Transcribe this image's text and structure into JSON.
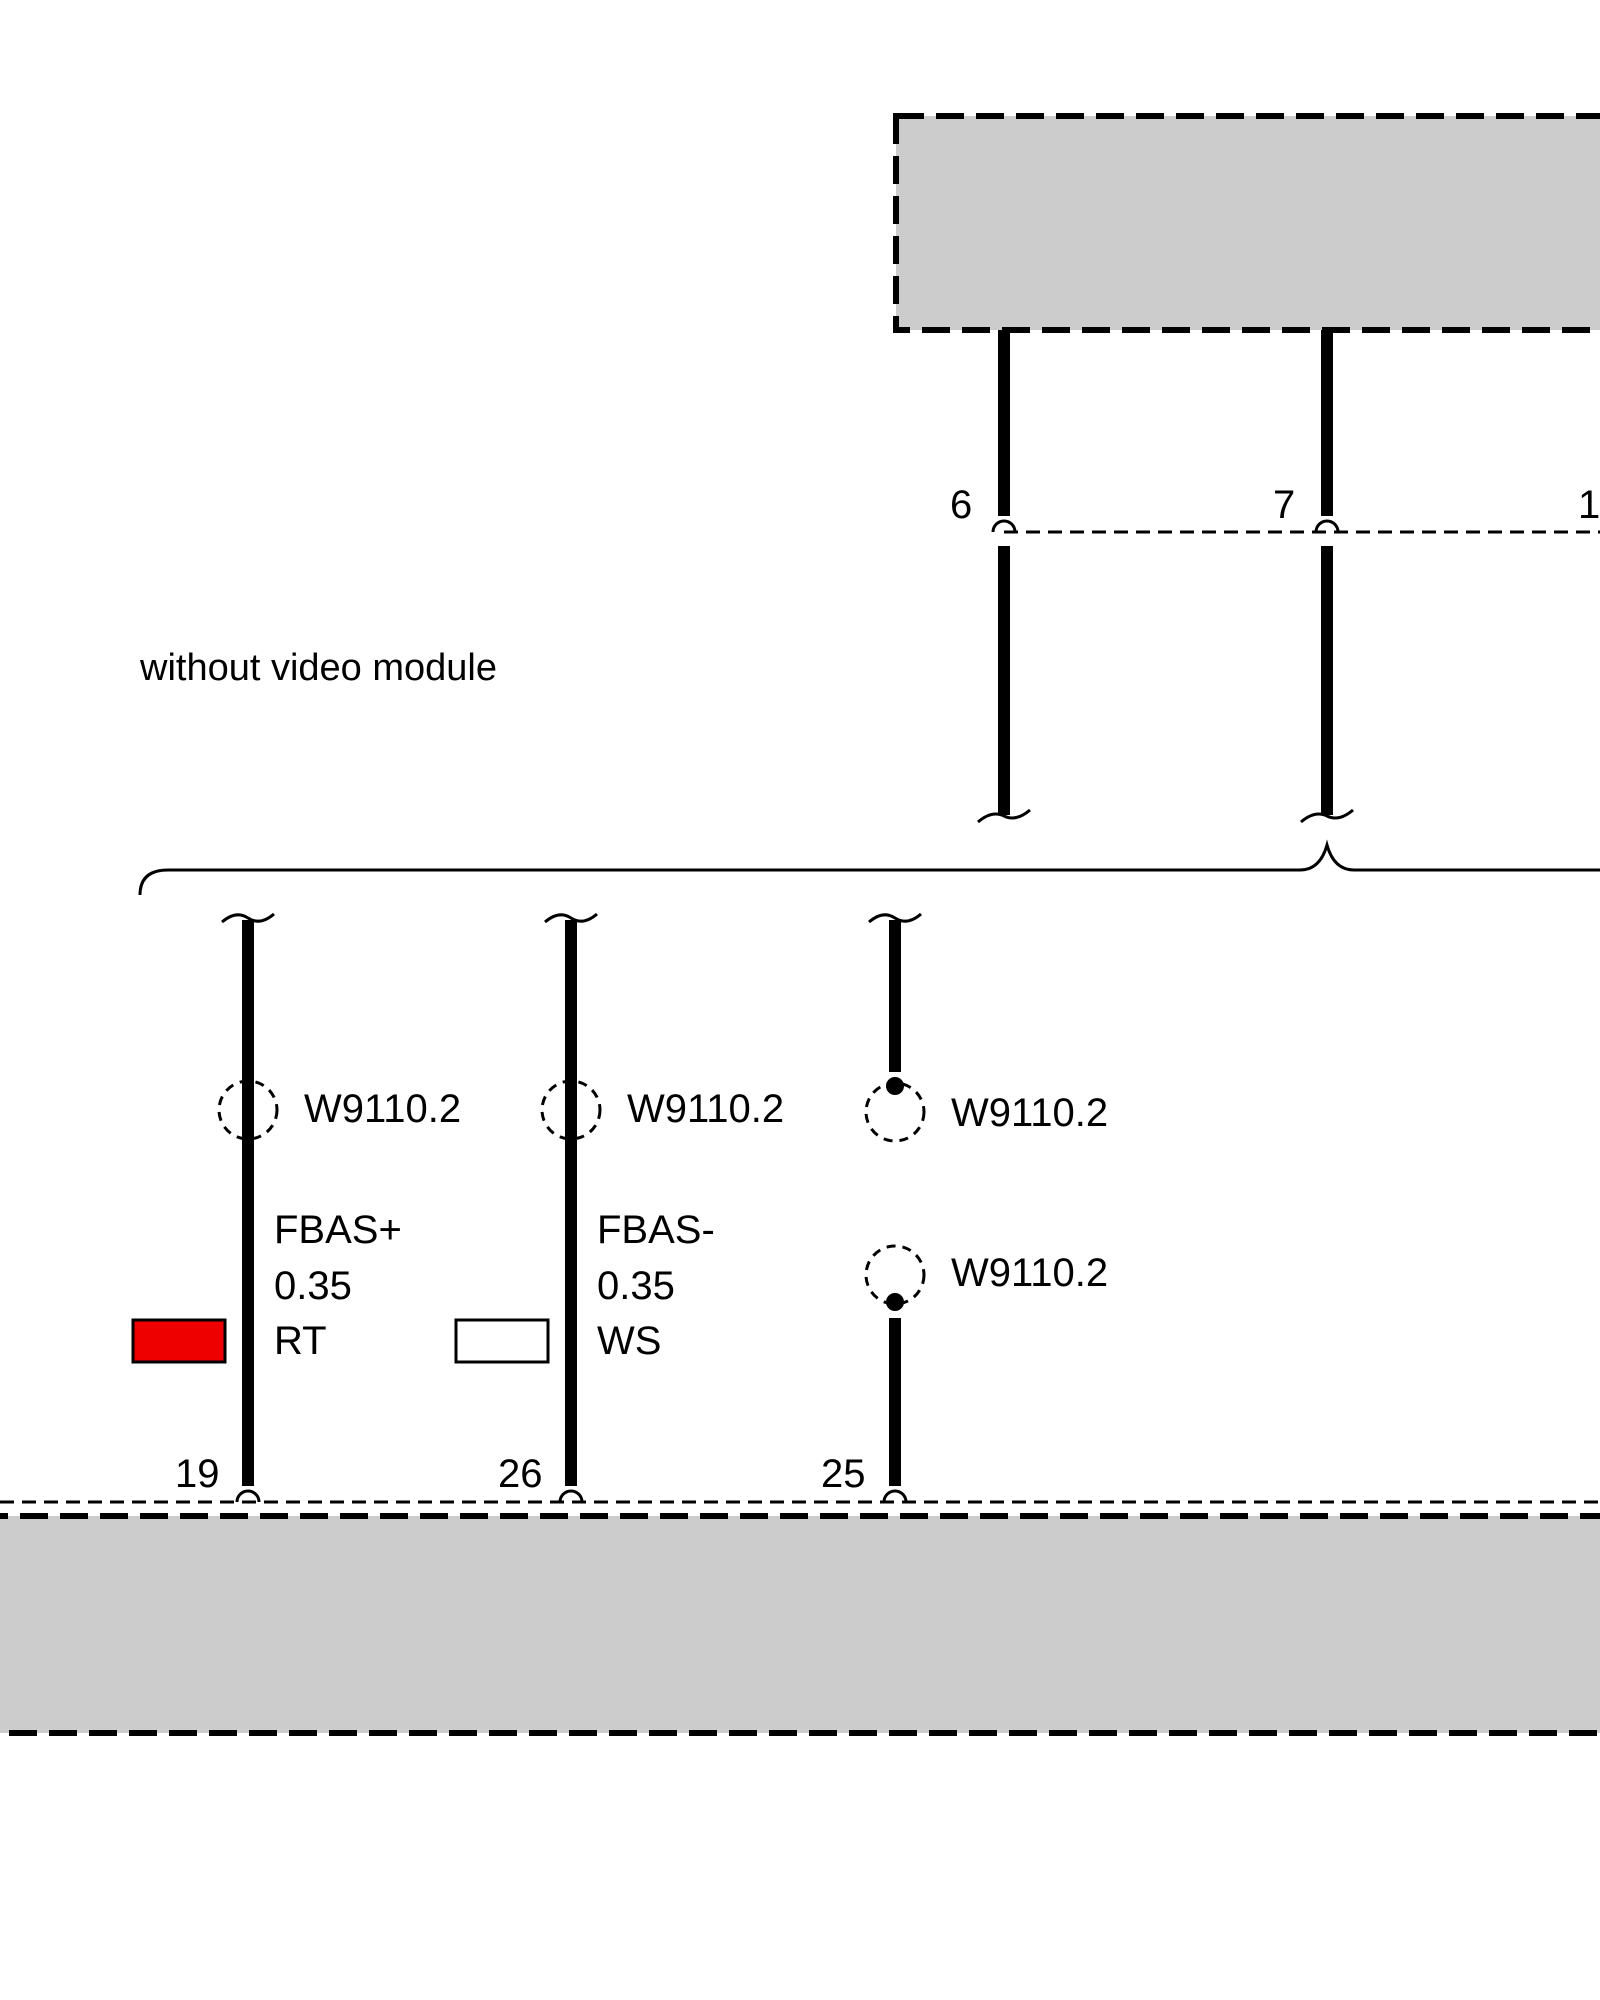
{
  "note": "without video module",
  "colors": {
    "component_fill": "#cccccc",
    "wire": "#000000",
    "red_swatch": "#ee0000",
    "white_swatch": "#ffffff"
  },
  "top_pins": [
    "6",
    "7",
    "1"
  ],
  "bottom_pins": [
    "19",
    "26",
    "25"
  ],
  "splice_labels": [
    "W9110.2",
    "W9110.2",
    "W9110.2",
    "W9110.2"
  ],
  "wires": [
    {
      "signal": "FBAS+",
      "gauge": "0.35",
      "color_code": "RT"
    },
    {
      "signal": "FBAS-",
      "gauge": "0.35",
      "color_code": "WS"
    }
  ]
}
